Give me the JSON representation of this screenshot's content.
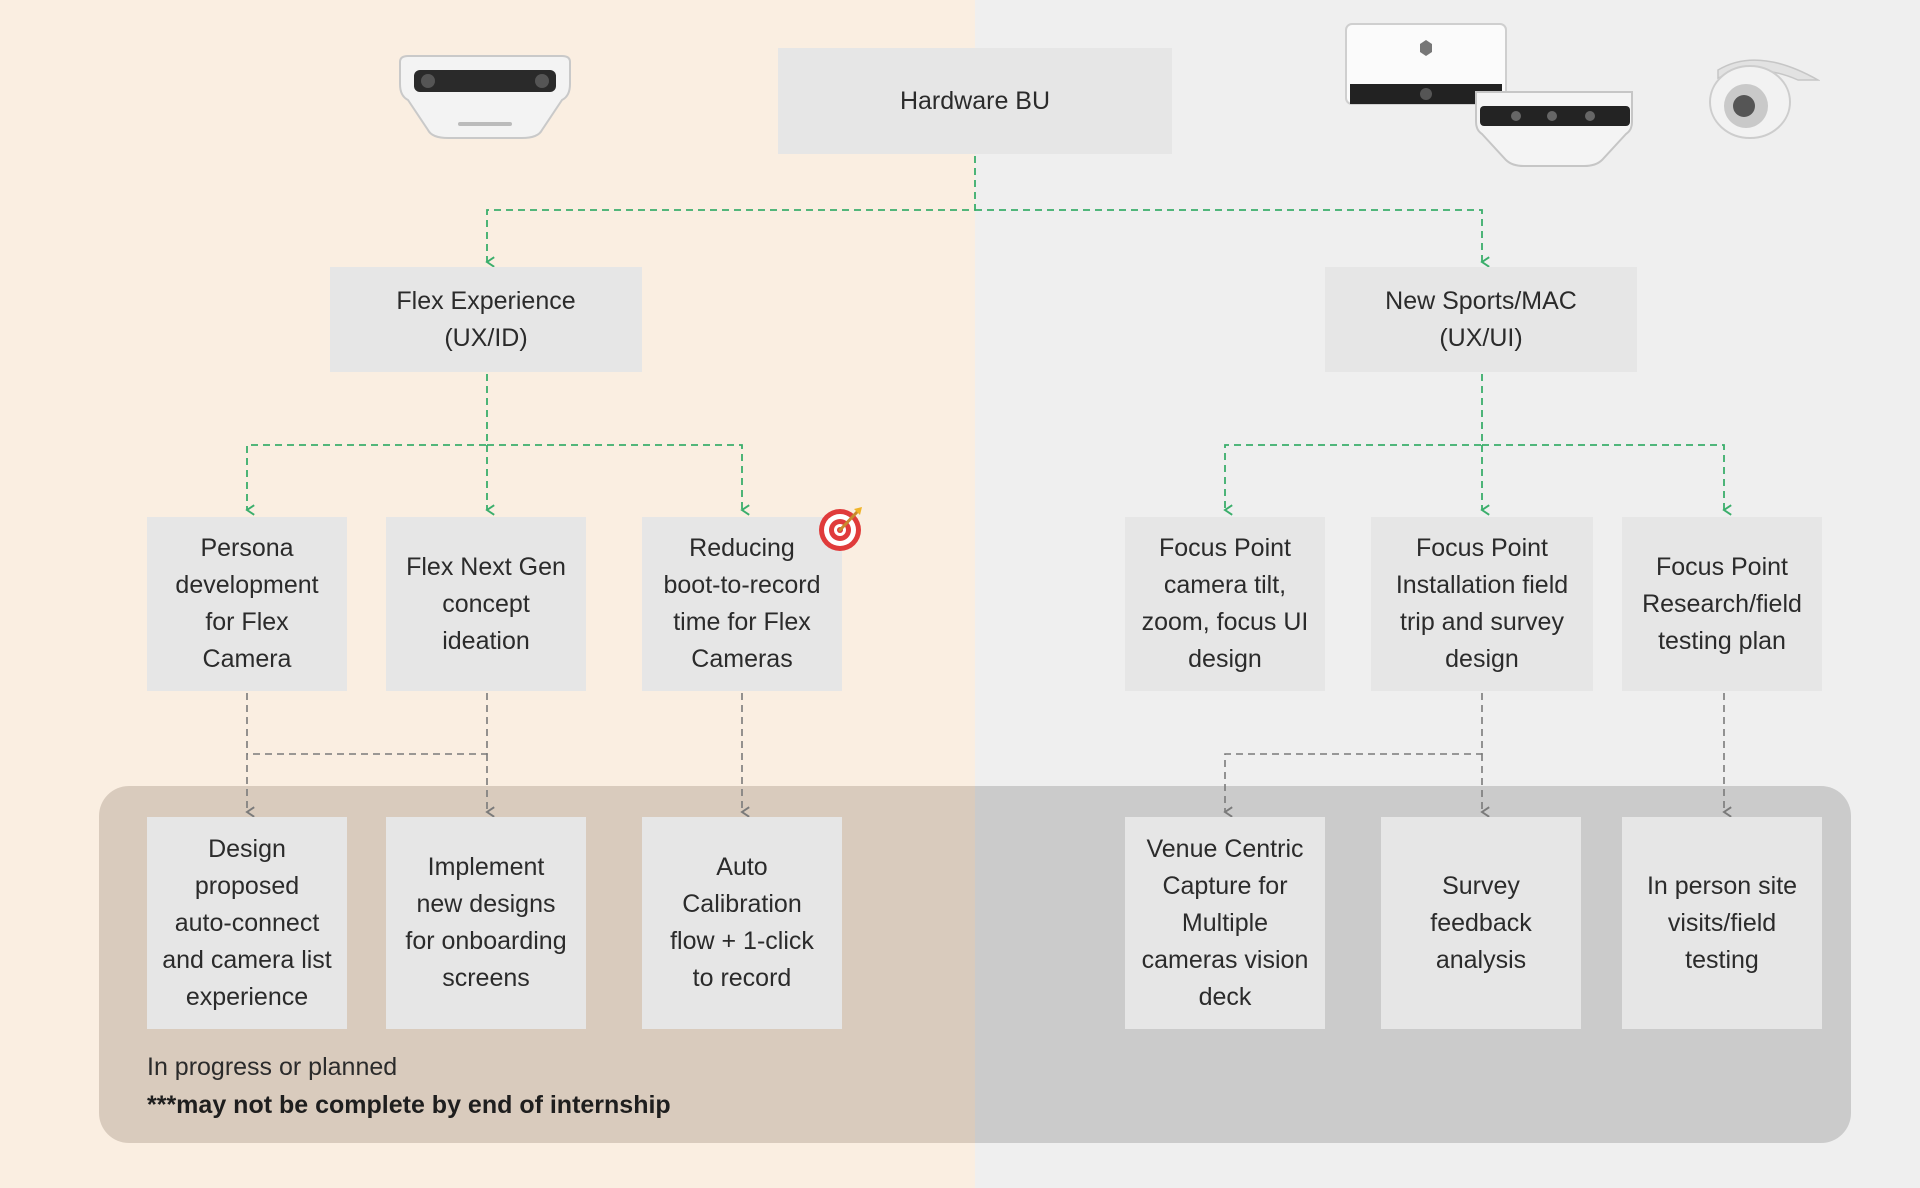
{
  "root": {
    "label": "Hardware BU"
  },
  "branches": {
    "flex": {
      "label": "Flex Experience\n(UX/ID)",
      "tasks": [
        "Persona\ndevelopment\nfor Flex\nCamera",
        "Flex Next Gen\nconcept\nideation",
        "Reducing\nboot-to-record\ntime for Flex\nCameras"
      ],
      "outcomes": [
        "Design\nproposed\nauto-connect\nand camera list\nexperience",
        "Implement\nnew designs\nfor onboarding\nscreens",
        "Auto\nCalibration\nflow + 1-click\nto record"
      ]
    },
    "sports": {
      "label": "New Sports/MAC\n(UX/UI)",
      "tasks": [
        "Focus Point\ncamera tilt,\nzoom, focus UI\ndesign",
        "Focus Point\nInstallation field\ntrip and survey\ndesign",
        "Focus Point\nResearch/field\ntesting plan"
      ],
      "outcomes": [
        "Venue Centric\nCapture for\nMultiple\ncameras vision\ndeck",
        "Survey\nfeedback\nanalysis",
        "In person site\nvisits/field\ntesting"
      ]
    }
  },
  "legend": {
    "line1": "In progress or planned",
    "line2": "***may not be complete by end of internship"
  },
  "icons": {
    "target": "target-icon",
    "camera_flex": "flex-camera-image",
    "camera_multi": "multi-camera-image",
    "camera_dome": "dome-camera-image"
  },
  "colors": {
    "left_bg": "#faeee1",
    "right_bg": "#efefef",
    "connector_green": "#3aae6b",
    "connector_gray": "#7a7a7a"
  }
}
